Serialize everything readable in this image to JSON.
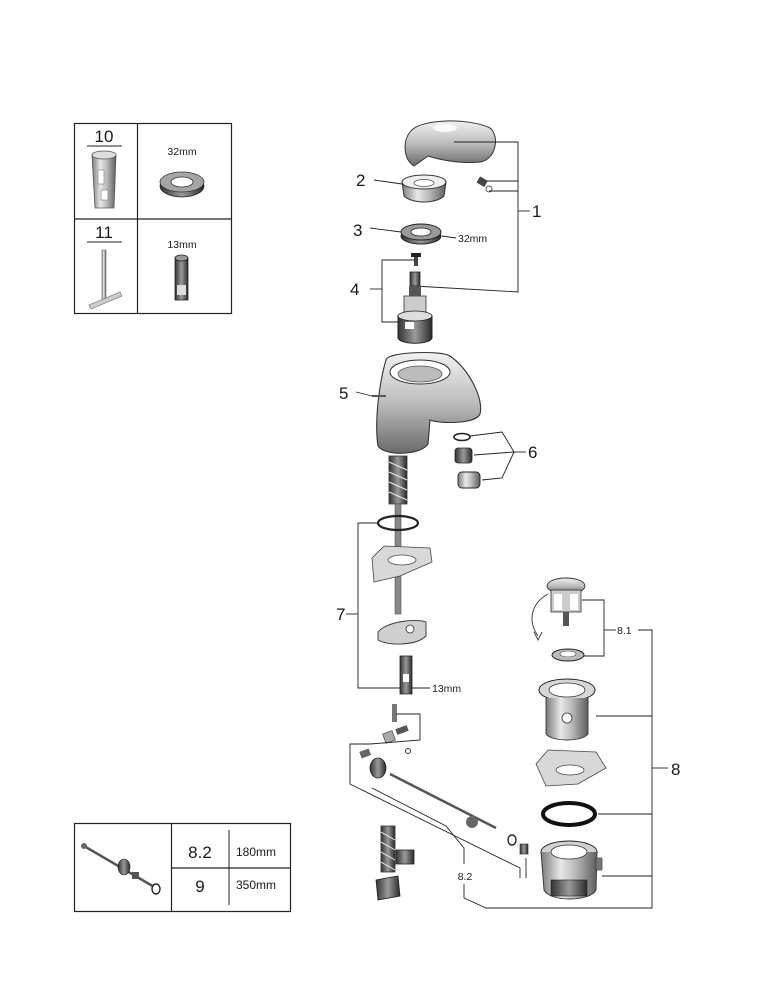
{
  "callouts": {
    "c1": "1",
    "c2": "2",
    "c3": "3",
    "c3_size": "32mm",
    "c4": "4",
    "c5": "5",
    "c6": "6",
    "c7": "7",
    "c7_size": "13mm",
    "c8": "8",
    "c8_1": "8.1",
    "c8_2": "8.2"
  },
  "tool_box": {
    "row1_num": "10",
    "row1_size": "32mm",
    "row2_num": "11",
    "row2_size": "13mm"
  },
  "hose_box": {
    "row1_num": "8.2",
    "row1_len": "180mm",
    "row2_num": "9",
    "row2_len": "350mm"
  }
}
